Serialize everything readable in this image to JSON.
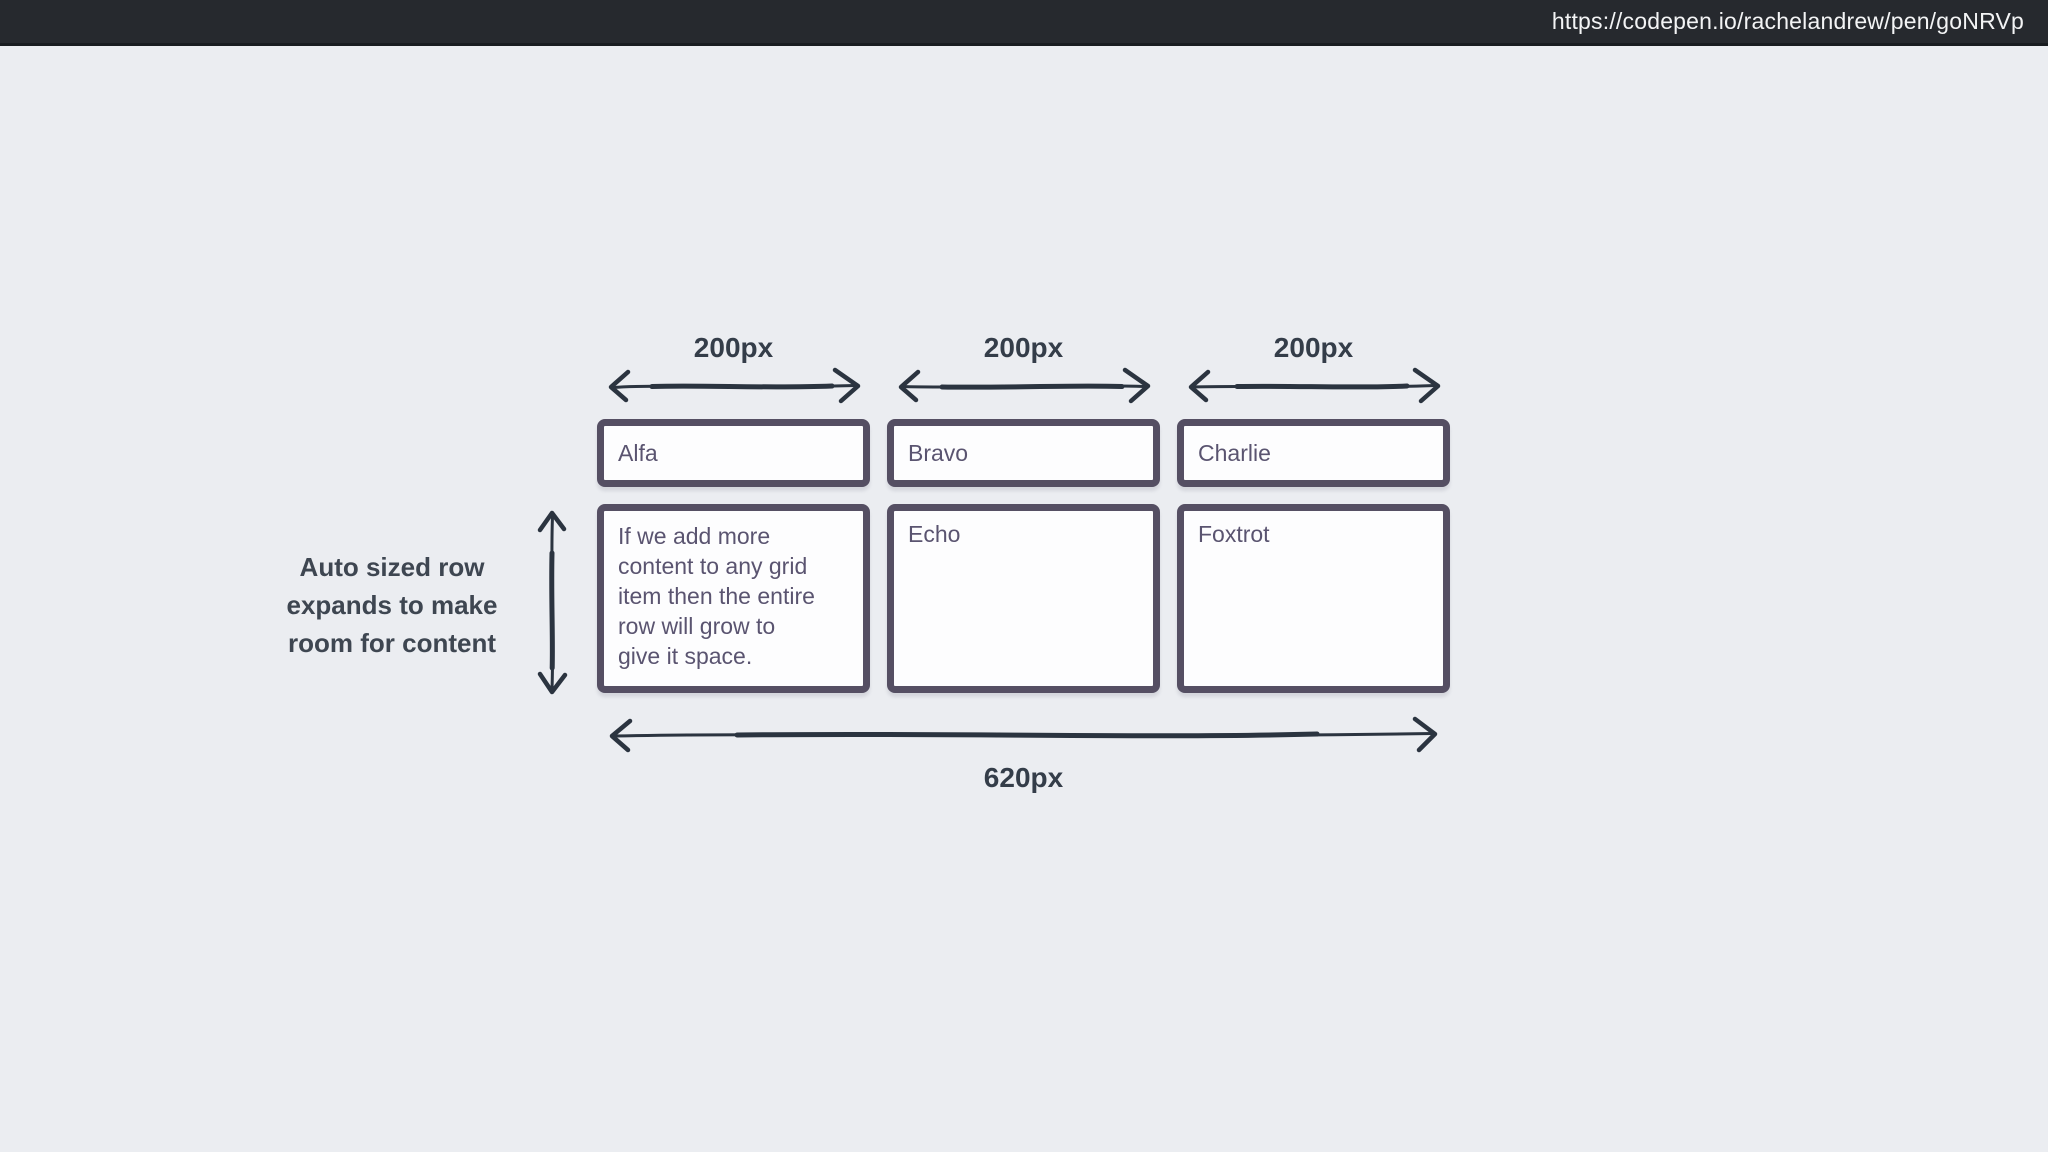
{
  "browser": {
    "url_bar": {
      "url": "https://codepen.io/rachelandrew/pen/goNRVp"
    }
  },
  "diagram": {
    "column_width_labels": [
      "200px",
      "200px",
      "200px"
    ],
    "total_width_label": "620px",
    "row_annotation": "Auto sized row\nexpands to make\nroom for content",
    "grid": {
      "items": [
        {
          "label": "Alfa"
        },
        {
          "label": "Bravo"
        },
        {
          "label": "Charlie"
        },
        {
          "label": "If we add more\ncontent to any grid\nitem then the entire\nrow will grow to\ngive it space."
        },
        {
          "label": "Echo"
        },
        {
          "label": "Foxtrot"
        }
      ]
    },
    "colors": {
      "background": "#EBEDF1",
      "topbar_background": "#26292E",
      "url_text": "#F3F4F5",
      "box_border": "#554F63",
      "box_fill": "#FDFDFE",
      "box_text": "#5A5470",
      "arrow": "#2B3440",
      "dimension_text": "#343D49",
      "annotation_text": "#3E4651"
    }
  }
}
